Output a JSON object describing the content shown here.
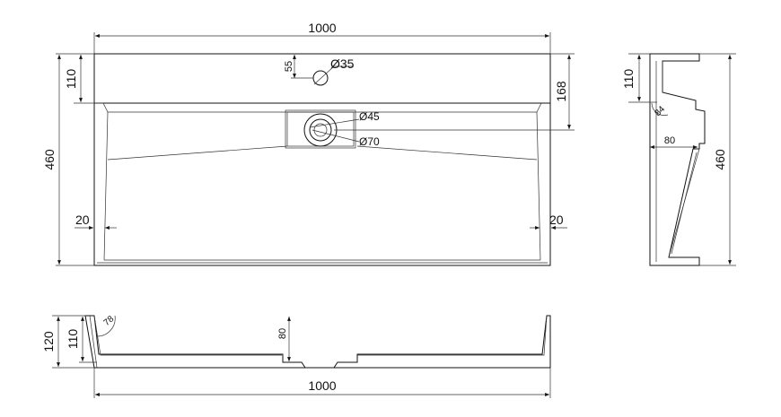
{
  "top_view": {
    "width": "1000",
    "depth": "460",
    "back_depth": "110",
    "drain_offset": "168",
    "tap_offset": "55",
    "tap_hole": "Ø35",
    "drain_inner": "Ø45",
    "drain_outer": "Ø70",
    "side_left": "20",
    "side_right": "20"
  },
  "side_view": {
    "back_height": "110",
    "depth": "460",
    "angle": "84",
    "drain_depth": "80"
  },
  "front_view": {
    "width": "1000",
    "total_height": "120",
    "inner_height": "110",
    "angle": "78",
    "drain_height": "80"
  }
}
